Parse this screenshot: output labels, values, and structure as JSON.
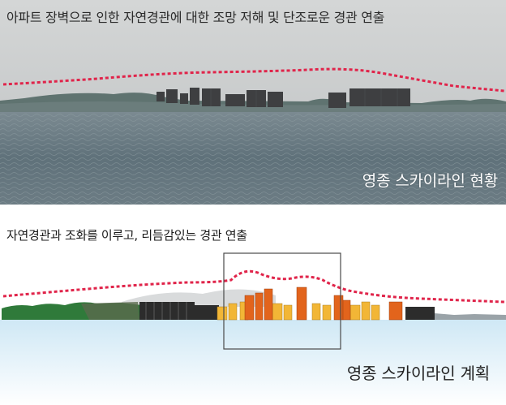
{
  "top_panel": {
    "caption": "아파트 장벽으로 인한 자연경관에 대한 조망 저해 및 단조로운 경관 연출",
    "label": "영종 스카이라인 현황"
  },
  "bottom_panel": {
    "caption": "자연경관과 조화를 이루고, 리듬감있는 경관 연출",
    "label": "영종 스카이라인 계획"
  },
  "colors": {
    "skyline_line": "#e0244a",
    "sky_top": "#c9cccd",
    "sea": "#5e6f78",
    "water_plan": "#d9eef8",
    "tower_orange": "#e2641c",
    "tower_yellow": "#f2b636",
    "tower_dark": "#2c2c2c",
    "green_hill": "#2f7a3a"
  }
}
